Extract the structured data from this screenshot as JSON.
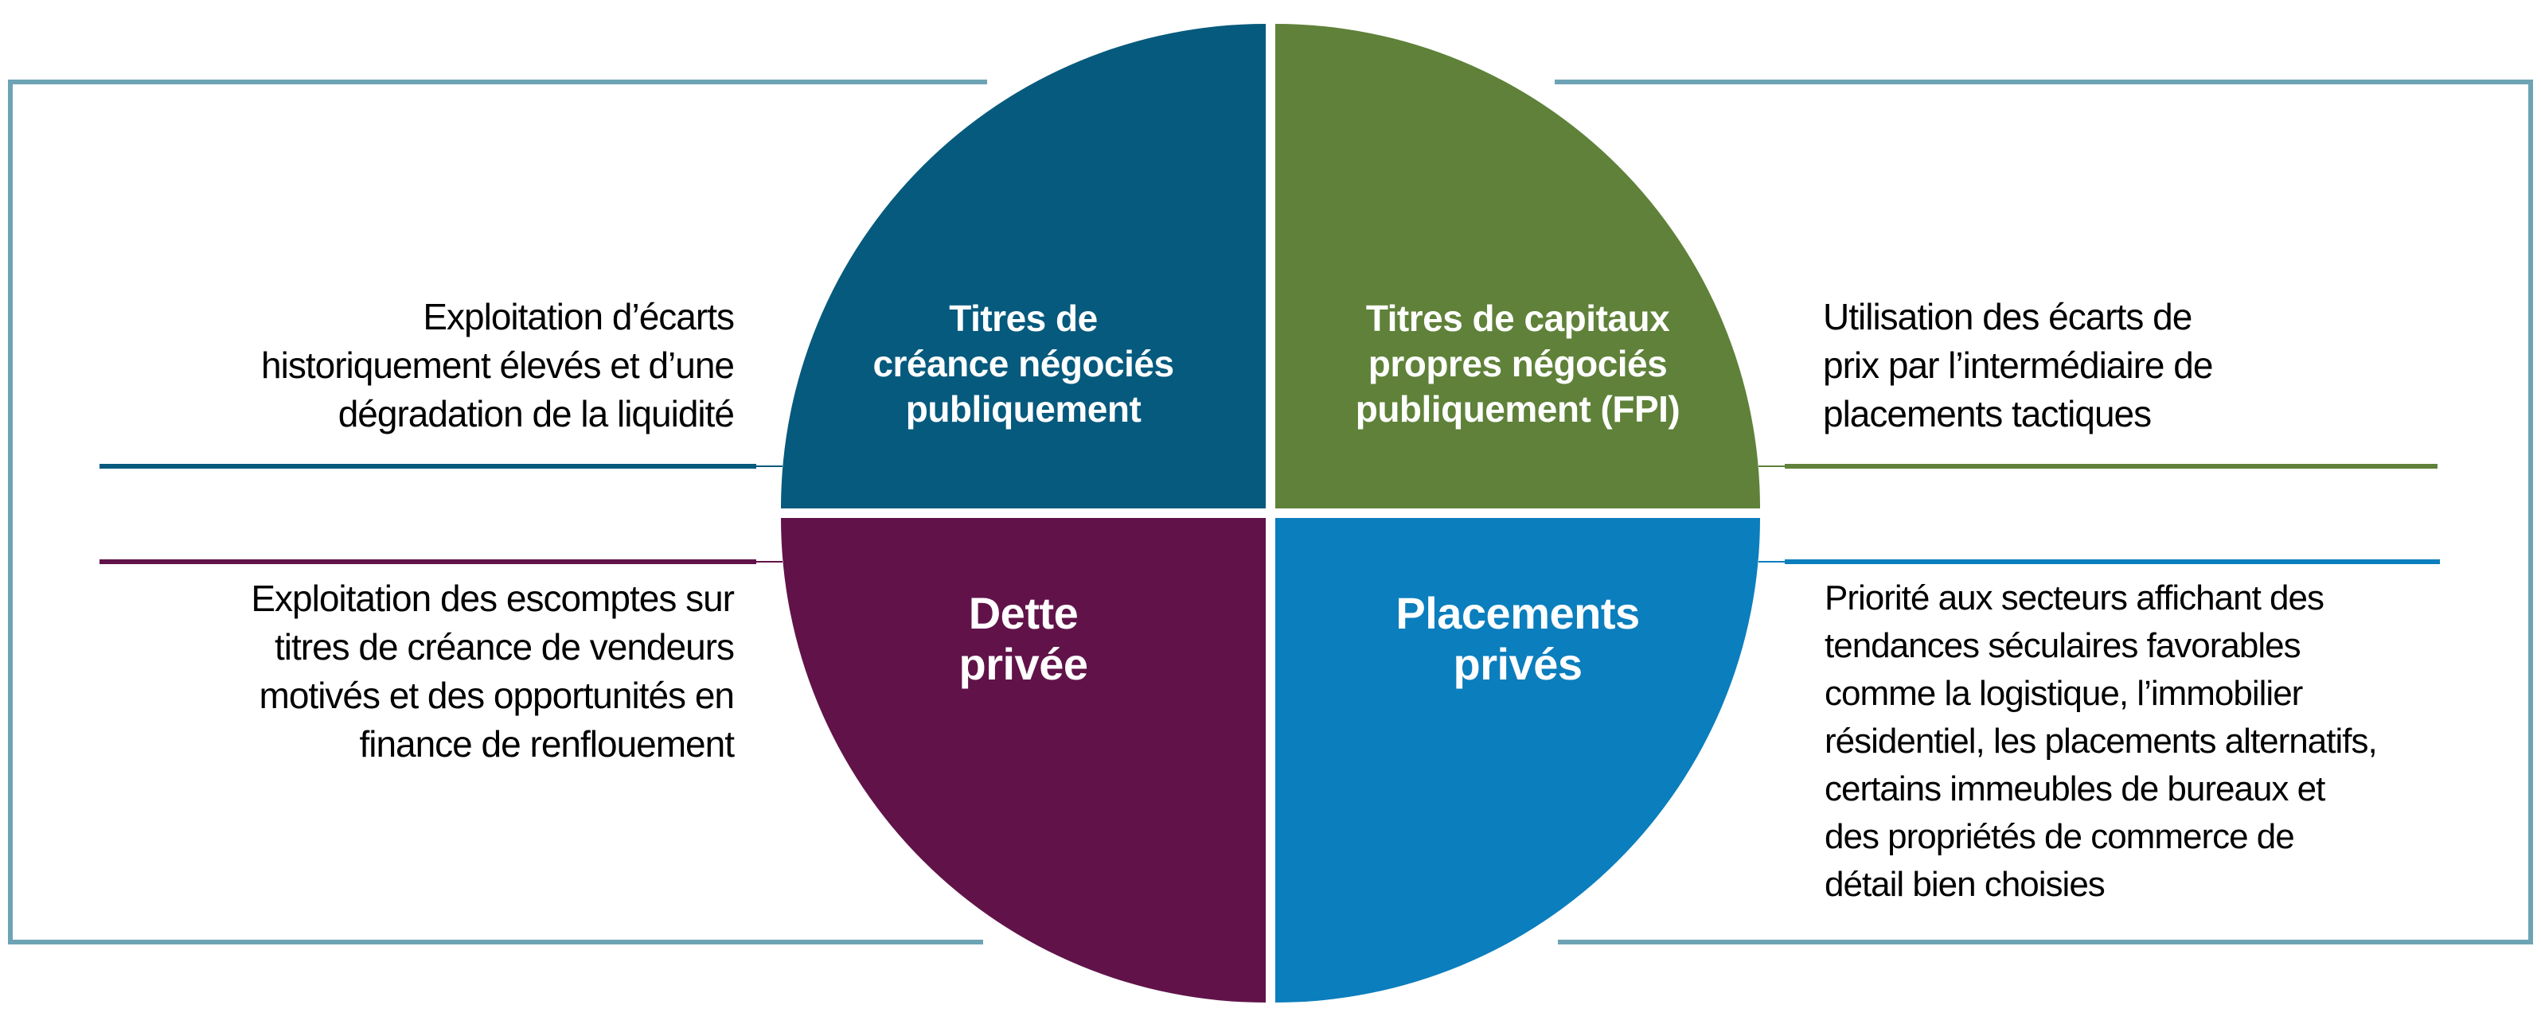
{
  "quadrants": {
    "top_left": {
      "label": "Titres de\ncréance négociés\npubliquement",
      "color": "#065A7D",
      "annotation": "Exploitation d’écarts\nhistoriquement élevés et d’une\ndégradation de la liquidité"
    },
    "top_right": {
      "label": "Titres de capitaux\npropres négociés\npubliquement (FPI)",
      "color": "#5F8139",
      "annotation": "Utilisation des écarts de\nprix par l’intermédiaire de\nplacements tactiques"
    },
    "bottom_left": {
      "label": "Dette\nprivée",
      "color": "#611349",
      "annotation": "Exploitation des escomptes sur\ntitres de créance de vendeurs\nmotivés et des opportunités en\nfinance de renflouement"
    },
    "bottom_right": {
      "label": "Placements\nprivés",
      "color": "#0B7EBD",
      "annotation": "Priorité aux secteurs affichant des\ntendances séculaires favorables\ncomme la logistique, l’immobilier\nrésidentiel, les placements alternatifs,\ncertains immeubles de bureaux et\ndes propriétés de commerce de\ndétail bien choisies"
    }
  },
  "frame": {
    "border_color": "#6EA3B5"
  },
  "text_color": "#000000"
}
